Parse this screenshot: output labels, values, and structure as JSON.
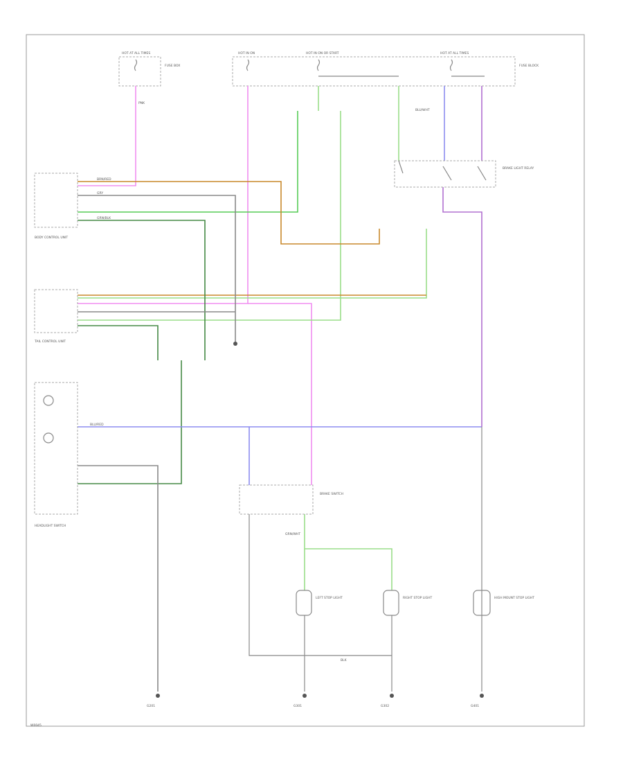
{
  "labels": {
    "fuse_a": "HOT AT ALL TIMES",
    "fuse_b": "HOT IN ON",
    "fuse_c": "HOT IN ON OR START",
    "fuse_d": "HOT AT ALL TIMES",
    "fuse_a_desc": "FUSE BOX",
    "fuse_right_desc": "FUSE BLOCK",
    "combo_relay": "BRAKE LIGHT RELAY",
    "front_ctrl": "BODY CONTROL UNIT",
    "rear_ctrl": "TAIL CONTROL UNIT",
    "switch_unit": "HEADLIGHT SWITCH",
    "brake_switch": "BRAKE SWITCH",
    "left_lamp": "LEFT STOP LIGHT",
    "right_lamp": "RIGHT STOP LIGHT",
    "hmsl": "HIGH MOUNT STOP LIGHT",
    "g1": "G201",
    "g2": "G301",
    "g3": "G302",
    "g4": "G401",
    "corner_code": "W0045",
    "ws1": "BRN/RED",
    "ws2": "PNK",
    "ws3": "GRY",
    "ws4": "GRN/BLK",
    "ws5": "BLU/RED",
    "ws6": "BLU/WHT",
    "ws7": "GRN/WHT",
    "ws8": "BLK"
  },
  "colors": {
    "pink": "#f08ef0",
    "green": "#55cc55",
    "light_green": "#99dd88",
    "orange": "#c8882a",
    "blue": "#8c8cf0",
    "purple": "#b070d0",
    "gray": "#888888",
    "dark_green": "#448844"
  }
}
